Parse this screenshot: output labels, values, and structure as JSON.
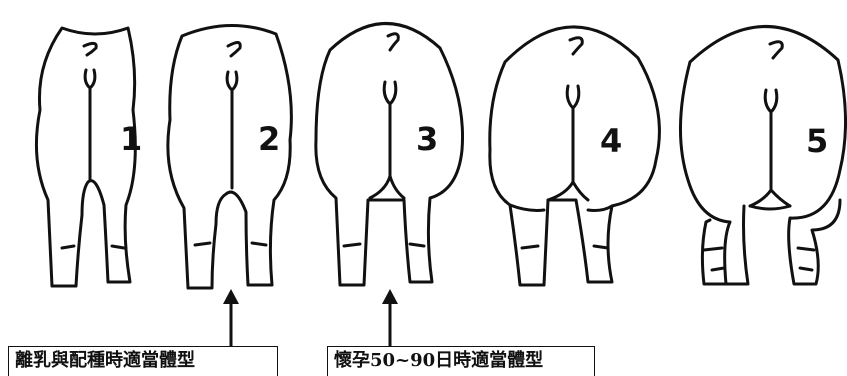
{
  "scores": [
    "1",
    "2",
    "3",
    "4",
    "5"
  ],
  "captions": {
    "left": "離乳與配種時適當體型",
    "right": "懷孕50~90日時適當體型"
  }
}
